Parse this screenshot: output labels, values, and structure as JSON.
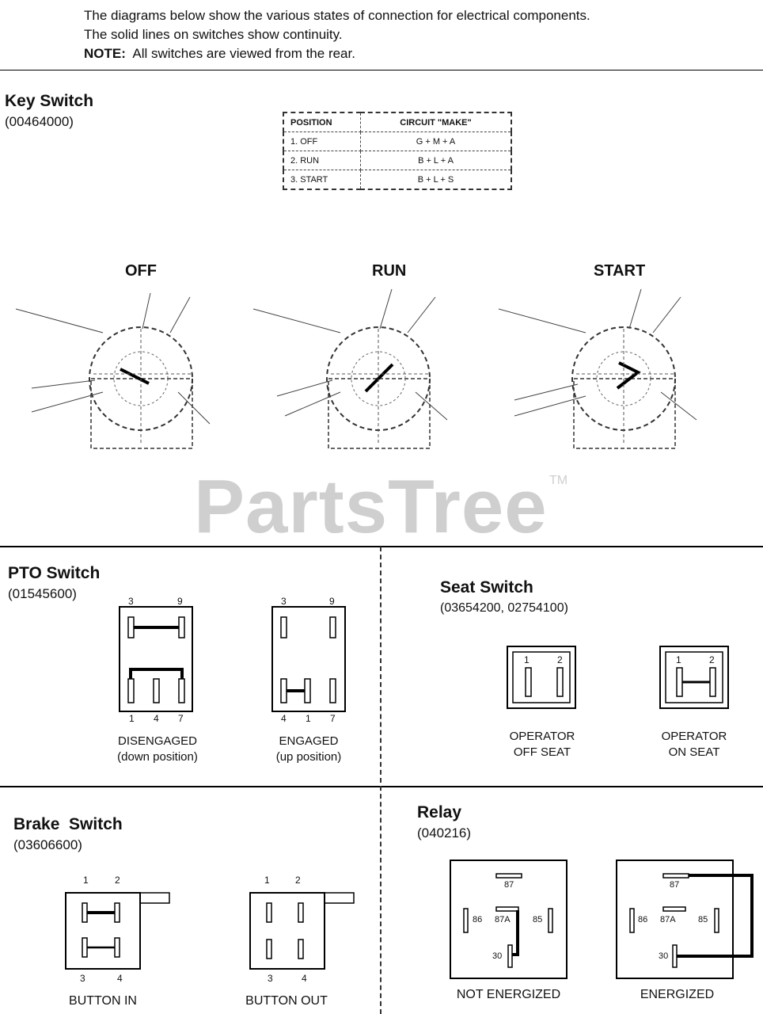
{
  "intro": {
    "line1": "The diagrams below show the various states of connection for electrical components.",
    "line2": "The solid lines on switches show continuity.",
    "note_label": "NOTE:",
    "note_text": "All switches are viewed from the rear."
  },
  "key_switch": {
    "title": "Key Switch",
    "part_number": "(00464000)",
    "table": {
      "header": [
        "POSITION",
        "CIRCUIT \"MAKE\""
      ],
      "rows": [
        [
          "1. OFF",
          "G + M + A"
        ],
        [
          "2. RUN",
          "B + L + A"
        ],
        [
          "3. START",
          "B + L + S"
        ]
      ]
    },
    "states": [
      "OFF",
      "RUN",
      "START"
    ]
  },
  "watermark": {
    "text": "PartsTree",
    "tm": "TM"
  },
  "pto_switch": {
    "title": "PTO Switch",
    "part_number": "(01545600)",
    "disengaged": {
      "top_pins": [
        "3",
        "9"
      ],
      "bottom_pins": [
        "1",
        "4",
        "7"
      ],
      "label1": "DISENGAGED",
      "label2": "(down position)"
    },
    "engaged": {
      "top_pins": [
        "3",
        "9"
      ],
      "bottom_pins": [
        "4",
        "1",
        "7"
      ],
      "label1": "ENGAGED",
      "label2": "(up position)"
    }
  },
  "seat_switch": {
    "title": "Seat Switch",
    "part_number": "(03654200, 02754100)",
    "off_seat": {
      "pins": [
        "1",
        "2"
      ],
      "label1": "OPERATOR",
      "label2": "OFF SEAT"
    },
    "on_seat": {
      "pins": [
        "1",
        "2"
      ],
      "label1": "OPERATOR",
      "label2": "ON SEAT"
    }
  },
  "brake_switch": {
    "title": "Brake  Switch",
    "part_number": "(03606600)",
    "button_in": {
      "top_pins": [
        "1",
        "2"
      ],
      "bottom_pins": [
        "3",
        "4"
      ],
      "label": "BUTTON IN"
    },
    "button_out": {
      "top_pins": [
        "1",
        "2"
      ],
      "bottom_pins": [
        "3",
        "4"
      ],
      "label": "BUTTON OUT"
    }
  },
  "relay": {
    "title": "Relay",
    "part_number": "(040216)",
    "terminals": {
      "t87": "87",
      "t87a": "87A",
      "t86": "86",
      "t85": "85",
      "t30": "30"
    },
    "not_energized_label": "NOT ENERGIZED",
    "energized_label": "ENERGIZED"
  }
}
